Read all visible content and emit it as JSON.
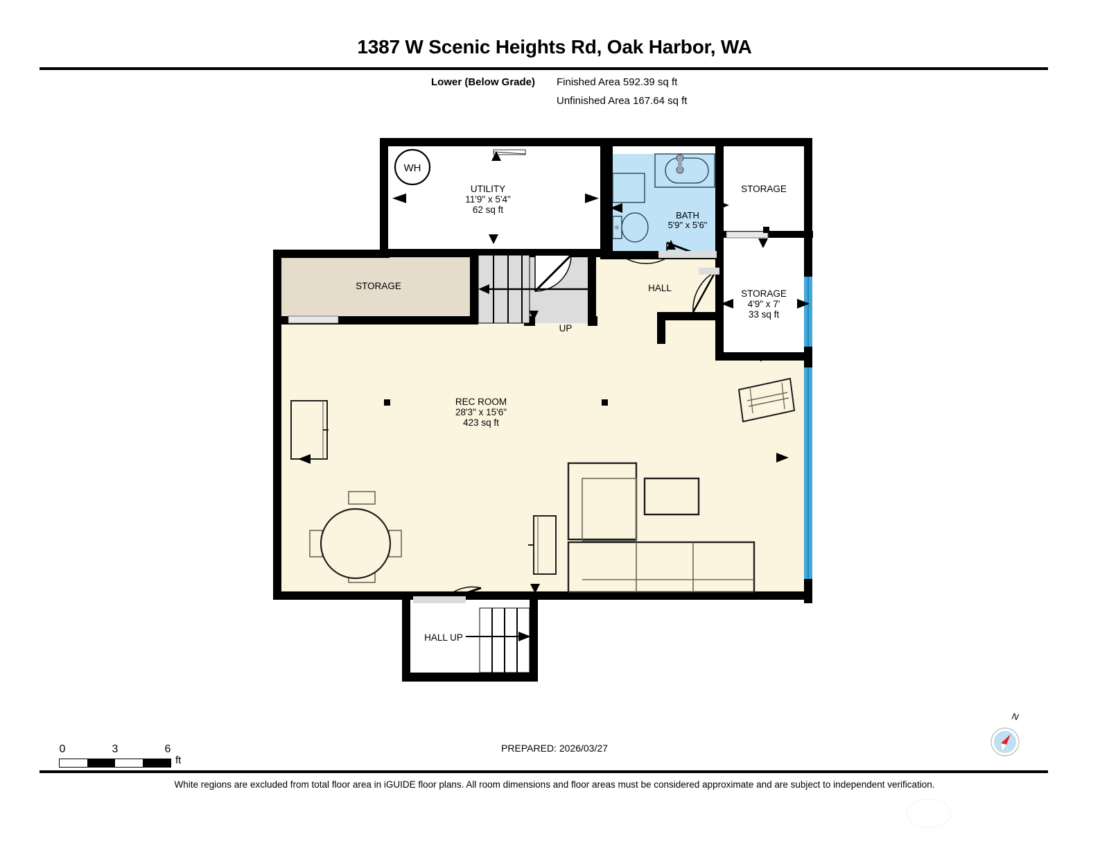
{
  "header": {
    "title": "1387 W Scenic Heights Rd, Oak Harbor, WA",
    "level_label": "Lower (Below Grade)",
    "finished_area": "Finished Area 592.39 sq ft",
    "unfinished_area": "Unfinished Area 167.64 sq ft"
  },
  "footer": {
    "scale": {
      "t0": "0",
      "t3": "3",
      "t6": "6",
      "unit": "ft"
    },
    "prepared": "PREPARED: 2026/03/27",
    "disclaimer": "White regions are excluded from total floor area in iGUIDE floor plans. All room dimensions and floor areas must be considered approximate and are subject to independent verification.",
    "compass_label": "N"
  },
  "colors": {
    "wall": "#000000",
    "finished_fill": "#FBF5DF",
    "bath_fill": "#BFE2F7",
    "storage_fill": "#E6DCCB",
    "stair_fill": "#DCDCDC",
    "unfinished_fill": "#FFFFFF",
    "window_blue": "#3FA9DE",
    "compass_disc": "#BEE0F2",
    "compass_needle": "#E32024"
  },
  "rooms": [
    {
      "id": "utility",
      "name": "UTILITY",
      "dimensions": "11'9\" x 5'4\"",
      "area": "62 sq ft",
      "fill": "unfinished"
    },
    {
      "id": "bath",
      "name": "BATH",
      "dimensions": "5'9\" x 5'6\"",
      "area": "",
      "fill": "bath"
    },
    {
      "id": "storage-top-right",
      "name": "STORAGE",
      "dimensions": "",
      "area": "",
      "fill": "unfinished"
    },
    {
      "id": "storage-right",
      "name": "STORAGE",
      "dimensions": "4'9\" x 7'",
      "area": "33 sq ft",
      "fill": "unfinished"
    },
    {
      "id": "storage-left",
      "name": "STORAGE",
      "dimensions": "",
      "area": "",
      "fill": "storage"
    },
    {
      "id": "rec-room",
      "name": "REC ROOM",
      "dimensions": "28'3\" x 15'6\"",
      "area": "423 sq ft",
      "fill": "finished"
    },
    {
      "id": "hall",
      "name": "HALL",
      "dimensions": "",
      "area": "",
      "fill": "finished"
    },
    {
      "id": "hall-up",
      "name": "HALL UP",
      "dimensions": "",
      "area": "",
      "fill": "unfinished"
    }
  ],
  "labels": {
    "wh": "WH",
    "stair_up": "UP",
    "hall": "HALL",
    "hall_up": "HALL UP"
  }
}
